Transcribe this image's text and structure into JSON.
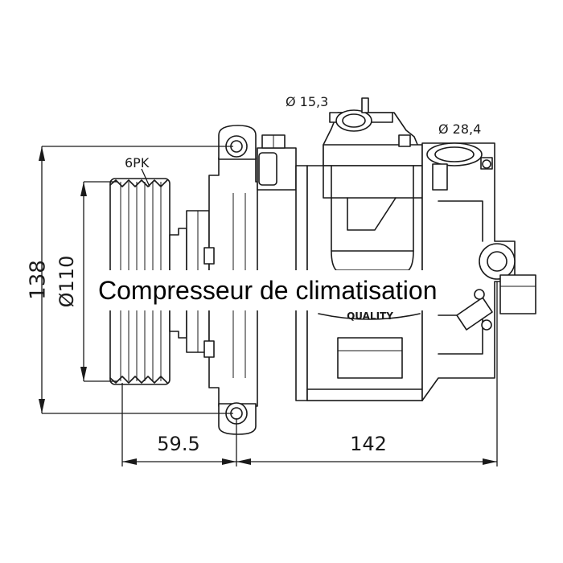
{
  "title": "Compresseur de climatisation",
  "dimensions": {
    "height": "138",
    "pulley_diameter": "Ø110",
    "width_front": "59.5",
    "width_body": "142",
    "port_small": "Ø 15,3",
    "port_large": "Ø 28,4"
  },
  "labels": {
    "belt": "6PK",
    "quality": "QUALITY"
  }
}
